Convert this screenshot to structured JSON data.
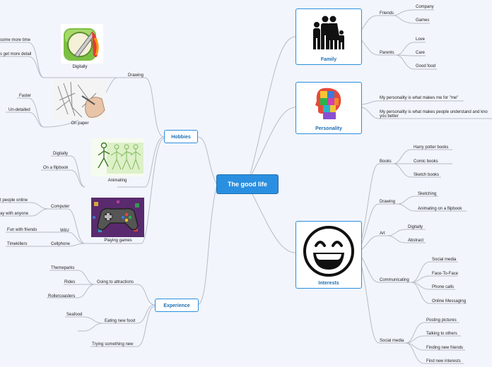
{
  "central": "The good life",
  "main_nodes": {
    "family": "Family",
    "personality": "Personality",
    "interests": "Interests",
    "hobbies": "Hobbies",
    "experience": "Experience"
  },
  "family": {
    "friends": "Friends",
    "company": "Company",
    "games": "Games",
    "parents": "Parents",
    "love": "Love",
    "care": "Care",
    "good_food": "Good food"
  },
  "personality": {
    "p1": "My personality is what makes me for \"me\"",
    "p2a": "My personality is what makes people understand and kno",
    "p2b": "you better"
  },
  "interests": {
    "books": "Books",
    "harry": "Harry potter books",
    "comic": "Comic books",
    "sketch_books": "Sketch books",
    "drawing": "Drawing",
    "sketching": "Sketching",
    "animating_flipbook": "Animating on a flipbook",
    "art": "Art",
    "digitally": "Digitally",
    "abstract": "Abstract",
    "communicating": "Communicating",
    "social_media": "Social media",
    "face": "Face-To-Face",
    "phone": "Phone calls",
    "online_msg": "Online Messaging",
    "social_media2": "Social media",
    "posting": "Posting pictures",
    "talking": "Talking to others",
    "finding": "Finding new friends",
    "find": "Find new interests"
  },
  "hobbies": {
    "drawing": "Drawing",
    "digitally": "Digitally",
    "more_time": "some more time",
    "more_detail": "s get more detail",
    "on_paper": "On paper",
    "faster": "Faster",
    "undetailed": "Un-detailed",
    "animating": "Animating",
    "anim_digitally": "Digitally",
    "flipbook": "On a flipbook",
    "playing_games": "Playing games",
    "computer": "Computer",
    "meet_people": "t people online",
    "play_anyone": "ay with anyone",
    "wiiu": "WiiU",
    "fun_friends": "Fun with friends",
    "cellphone": "Cellphone",
    "timekillers": "Timekillers"
  },
  "experience": {
    "attractions": "Going to attractions",
    "themeparks": "Themeparks",
    "rides": "Rides",
    "rollercoasters": "Rollercoasters",
    "eating": "Eating new food",
    "seafood": "Seafood",
    "trying": "Trying something new"
  }
}
